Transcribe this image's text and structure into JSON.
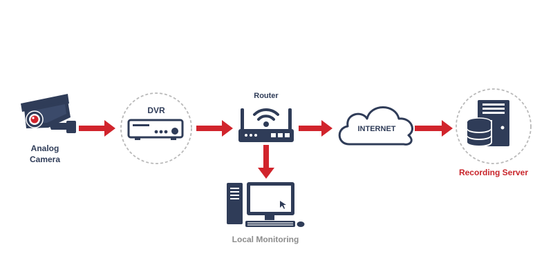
{
  "colors": {
    "device": "#2f3c58",
    "arrow": "#d1242c",
    "circle_border": "#b9b9b9",
    "label_dark": "#2f3c58",
    "label_gray": "#8c8c8c",
    "label_red": "#c8242a"
  },
  "nodes": {
    "camera": {
      "label_line1": "Analog",
      "label_line2": "Camera",
      "icon": "security-camera-icon"
    },
    "dvr": {
      "label": "DVR",
      "icon": "dvr-icon"
    },
    "router": {
      "label": "Router",
      "icon": "wifi-router-icon"
    },
    "internet": {
      "label": "INTERNET",
      "icon": "cloud-icon"
    },
    "server": {
      "label": "Recording Server",
      "icon": "server-database-icon"
    },
    "monitoring": {
      "label": "Local Monitoring",
      "icon": "desktop-computer-icon"
    }
  }
}
